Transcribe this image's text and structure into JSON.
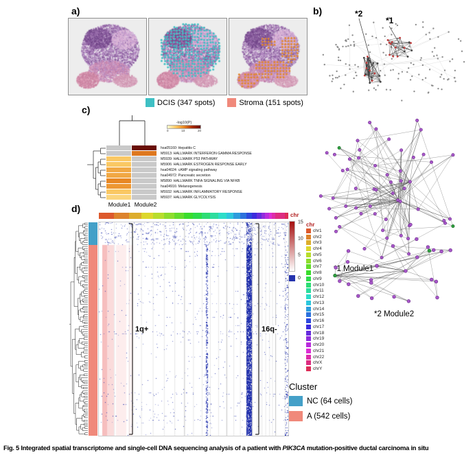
{
  "figure": {
    "caption_fig": "Fig. 5",
    "caption_body": " Integrated spatial transcriptome and single-cell DNA sequencing analysis of a patient with ",
    "caption_gene": "PIK3CA",
    "caption_suffix": " mutation-positive ductal carcinoma in situ"
  },
  "panel_a": {
    "label": "a)",
    "legend": [
      {
        "label": "DCIS (347 spots)",
        "color": "#3fc0c4"
      },
      {
        "label": "Stroma (151 spots)",
        "color": "#f0897b"
      }
    ]
  },
  "panel_b": {
    "label": "b)",
    "annotations": [
      {
        "text": "*2"
      },
      {
        "text": "*1"
      }
    ]
  },
  "panel_c": {
    "label": "c)"
  },
  "panel_d": {
    "label": "d)",
    "chr_bar_label": "chr",
    "chr_legend_title": "chr",
    "annotations": [
      {
        "text": "1q+"
      },
      {
        "text": "16q-"
      }
    ],
    "scale": {
      "ticks": [
        "15",
        "10",
        "5"
      ],
      "zero_label": "0",
      "max_color": "#a50f0f",
      "zero_color": "#2433ad"
    },
    "cluster_legend": {
      "title": "Cluster",
      "items": [
        {
          "label": "NC (64 cells)",
          "color": "#44a0c8"
        },
        {
          "label": "A (542 cells)",
          "color": "#f0897b"
        }
      ]
    }
  },
  "modules": [
    {
      "caption": "*1 Module1"
    },
    {
      "caption": "*2 Module2"
    }
  ],
  "chart_data": [
    {
      "panel": "c",
      "type": "heatmap",
      "columns": [
        "Module1",
        "Module2"
      ],
      "rows": [
        "hsa05160: Hepatitis C",
        "M5913: HALLMARK INTERFERON GAMMA RESPONSE",
        "M5939: HALLMARK P53 PATHWAY",
        "M5906: HALLMARK ESTROGEN RESPONSE EARLY",
        "hsa04024: cAMP signaling pathway",
        "hsa04972: Pancreatic secretion",
        "M5890: HALLMARK TNFA SIGNALING VIA NFKB",
        "hsa04916: Melanogenesis",
        "M5932: HALLMARK INFLAMMATORY RESPONSE",
        "M5937: HALLMARK GLYCOLYSIS"
      ],
      "values": [
        [
          null,
          20
        ],
        [
          null,
          9
        ],
        [
          4,
          null
        ],
        [
          4,
          null
        ],
        [
          6,
          null
        ],
        [
          6,
          null
        ],
        [
          8,
          null
        ],
        [
          7,
          null
        ],
        [
          4,
          null
        ],
        [
          3,
          null
        ]
      ],
      "colorbar_label": "-log10(P)",
      "colorbar_ticks": [
        "0",
        "10",
        "20"
      ],
      "na_color": "#c9c9c9"
    },
    {
      "panel": "d",
      "type": "heatmap",
      "columns": [
        "chr1",
        "chr2",
        "chr3",
        "chr4",
        "chr5",
        "chr6",
        "chr7",
        "chr8",
        "chr9",
        "chr10",
        "chr11",
        "chr12",
        "chr13",
        "chr14",
        "chr15",
        "chr16",
        "chr17",
        "chr18",
        "chr19",
        "chr20",
        "chr21",
        "chr22",
        "chrX",
        "chrY"
      ],
      "row_clusters": [
        {
          "name": "NC",
          "cells": 64,
          "color": "#44a0c8"
        },
        {
          "name": "A",
          "cells": 542,
          "color": "#f0897b"
        }
      ],
      "annotations": [
        "1q+",
        "16q-"
      ],
      "scale_ticks": [
        15,
        10,
        5,
        0
      ]
    }
  ]
}
